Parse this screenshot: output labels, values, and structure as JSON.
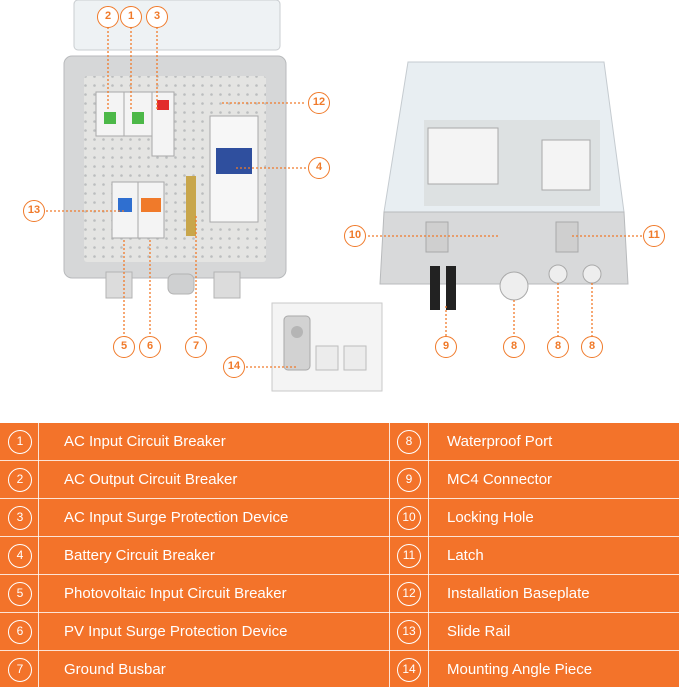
{
  "callouts": [
    "2",
    "1",
    "3",
    "12",
    "4",
    "13",
    "5",
    "6",
    "7",
    "14",
    "10",
    "11",
    "9",
    "8",
    "8",
    "8"
  ],
  "parts": [
    {
      "num": "1",
      "label": "AC Input Circuit Breaker"
    },
    {
      "num": "2",
      "label": "AC Output Circuit Breaker"
    },
    {
      "num": "3",
      "label": "AC Input Surge Protection Device"
    },
    {
      "num": "4",
      "label": "Battery Circuit Breaker"
    },
    {
      "num": "5",
      "label": "Photovoltaic Input Circuit Breaker"
    },
    {
      "num": "6",
      "label": "PV Input Surge Protection Device"
    },
    {
      "num": "7",
      "label": "Ground Busbar"
    },
    {
      "num": "8",
      "label": "Waterproof Port"
    },
    {
      "num": "9",
      "label": "MC4 Connector"
    },
    {
      "num": "10",
      "label": "Locking Hole"
    },
    {
      "num": "11",
      "label": "Latch"
    },
    {
      "num": "12",
      "label": "Installation Baseplate"
    },
    {
      "num": "13",
      "label": "Slide Rail"
    },
    {
      "num": "14",
      "label": "Mounting Angle Piece"
    }
  ],
  "colors": {
    "accent": "#f3732a",
    "leader": "#f07a2a",
    "enclosure": "#d9dadb"
  }
}
